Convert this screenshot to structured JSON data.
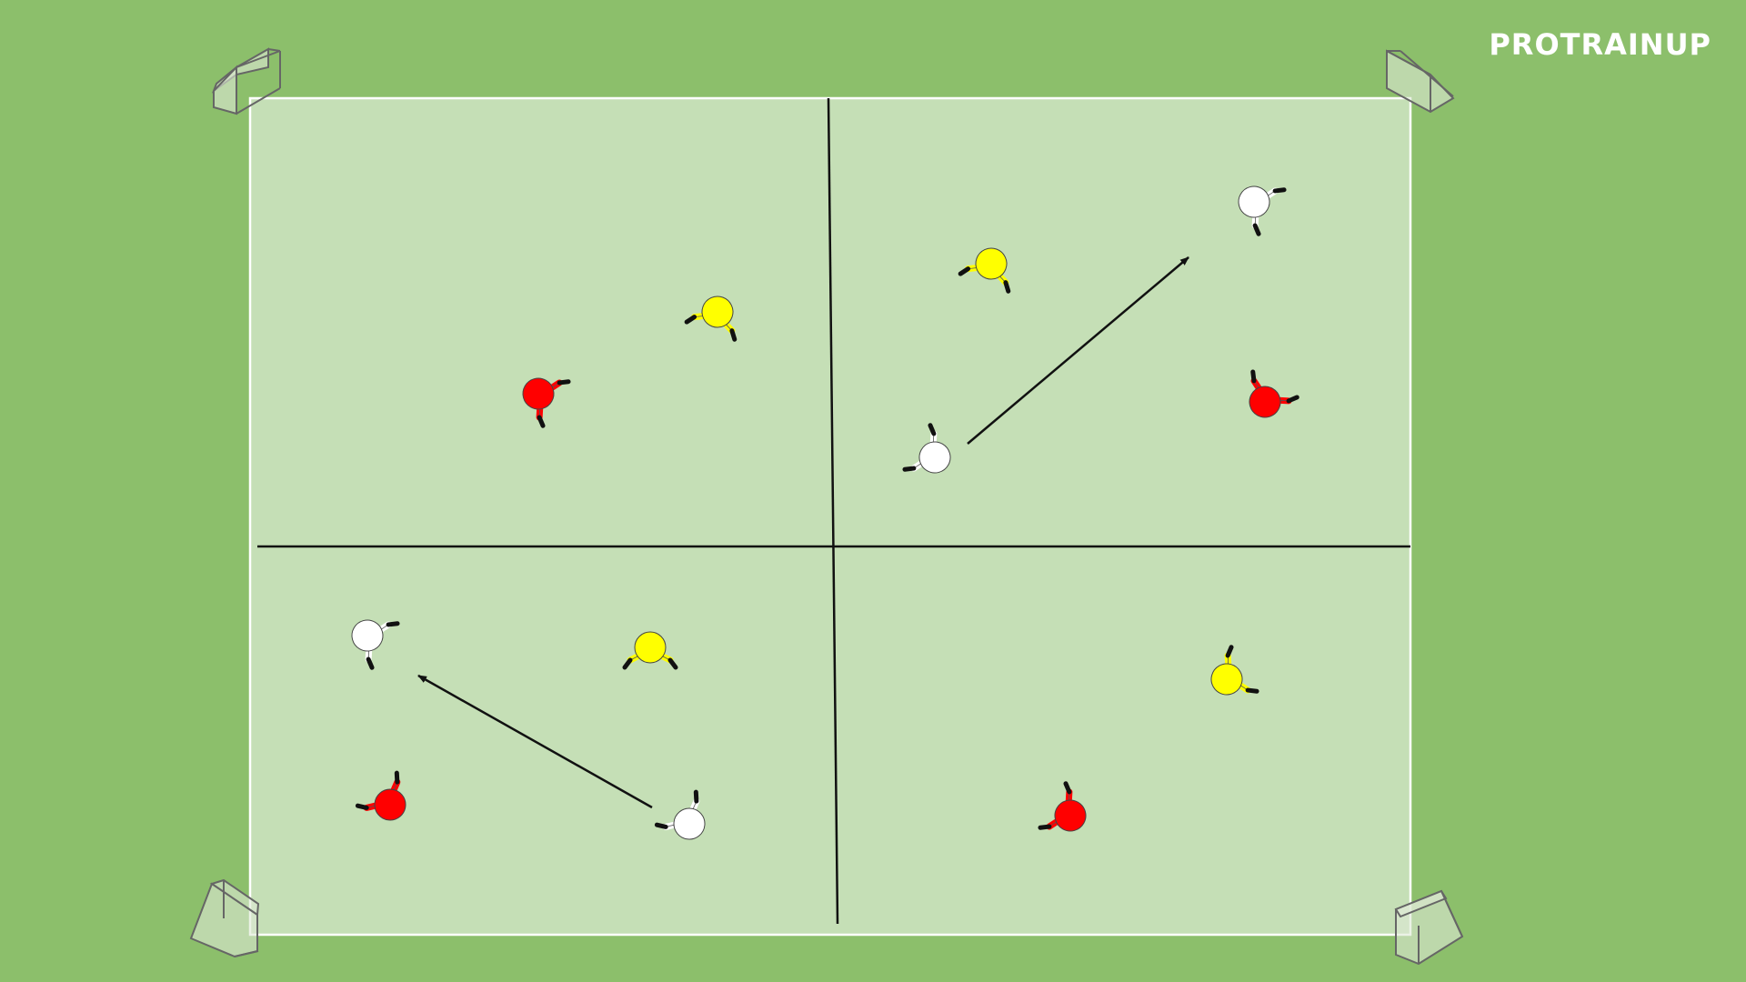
{
  "brand": {
    "name": "PROTRAINUP",
    "color": "#ffffff"
  },
  "colors": {
    "grass": "#8cbf6b",
    "pitch": "#c5dfb6",
    "pitch_line": "#ffffff",
    "divider": "#111111",
    "team_red": "#ff0000",
    "team_yellow": "#ffff00",
    "team_white": "#ffffff",
    "limbs": "#111111"
  },
  "diagram": {
    "zones": [
      "top-left",
      "top-right",
      "bottom-left",
      "bottom-right"
    ],
    "goals": [
      "top-left-corner",
      "top-right-corner",
      "bottom-left-corner",
      "bottom-right-corner"
    ],
    "players": [
      {
        "id": "p1",
        "team": "red",
        "zone": "top-left"
      },
      {
        "id": "p2",
        "team": "yellow",
        "zone": "top-left"
      },
      {
        "id": "p3",
        "team": "yellow",
        "zone": "top-right"
      },
      {
        "id": "p4",
        "team": "white",
        "zone": "top-right"
      },
      {
        "id": "p5",
        "team": "white",
        "zone": "top-right"
      },
      {
        "id": "p6",
        "team": "red",
        "zone": "top-right"
      },
      {
        "id": "p7",
        "team": "white",
        "zone": "bottom-left"
      },
      {
        "id": "p8",
        "team": "yellow",
        "zone": "bottom-left"
      },
      {
        "id": "p9",
        "team": "red",
        "zone": "bottom-left"
      },
      {
        "id": "p10",
        "team": "white",
        "zone": "bottom-left"
      },
      {
        "id": "p11",
        "team": "yellow",
        "zone": "bottom-right"
      },
      {
        "id": "p12",
        "team": "red",
        "zone": "bottom-right"
      }
    ],
    "passes": [
      {
        "id": "a1",
        "from": "p4",
        "to": "p5",
        "zone": "top-right"
      },
      {
        "id": "a2",
        "from": "p10",
        "to": "p7",
        "zone": "bottom-left"
      }
    ]
  }
}
